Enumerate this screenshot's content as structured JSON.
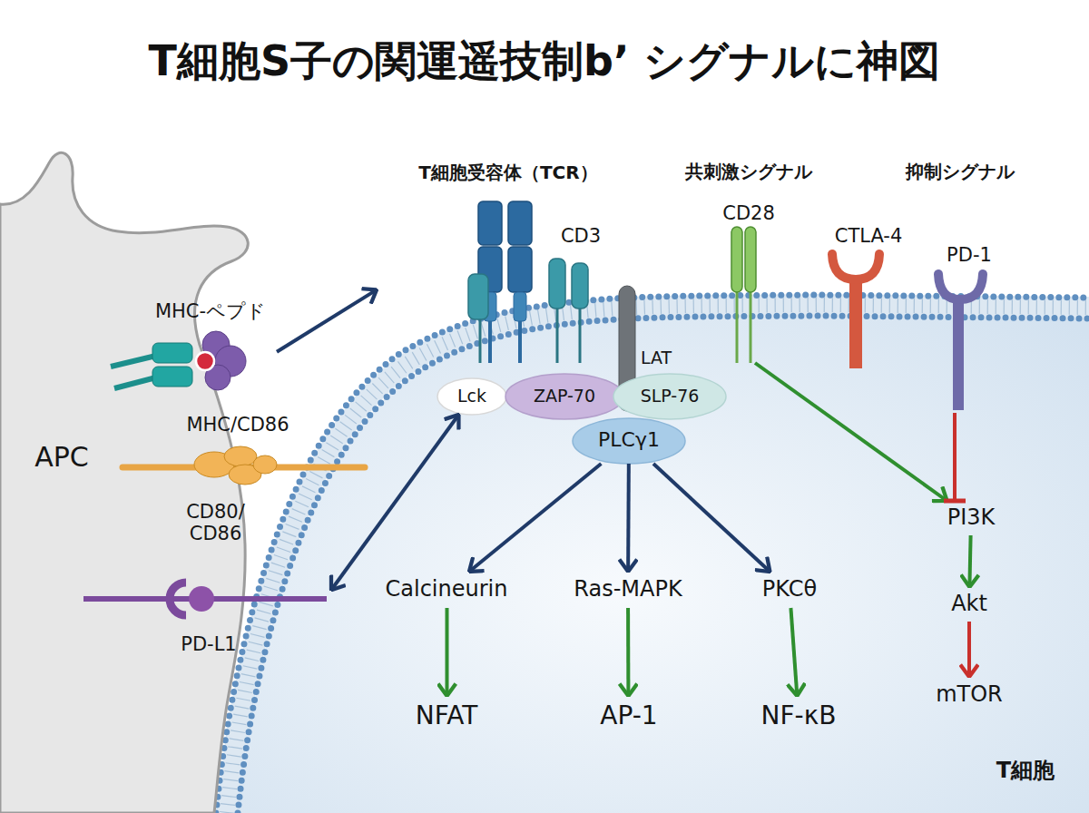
{
  "diagram": {
    "title": "T細胞S子の関運遥技制bʼ シグナルに神図",
    "nodes": [
      {
        "text": [
          "APC"
        ]
      },
      {
        "text": [
          "MHC-ペプド"
        ],
        "in": 0
      },
      {
        "text": [
          "MHC/CD86",
          "CD80/ CD86"
        ],
        "in": 0
      },
      {
        "text": [
          "PD-L1"
        ],
        "in": 0
      },
      {
        "text": [
          "T細胞"
        ]
      },
      {
        "text": [
          "T細胞受容体（TCR）",
          "CD3"
        ],
        "in": 4
      },
      {
        "text": [
          "CD28"
        ],
        "in": 4
      },
      {
        "text": [
          "CTLA-4"
        ],
        "in": 4
      },
      {
        "text": [
          "PD-1"
        ],
        "in": 4
      },
      {
        "text": [
          "Lck"
        ],
        "in": 4
      },
      {
        "text": [
          "ZAP-70"
        ],
        "in": 4
      },
      {
        "text": [
          "LAT"
        ],
        "in": 4
      },
      {
        "text": [
          "SLP-76"
        ],
        "in": 4
      },
      {
        "text": [
          "PLCγ1"
        ],
        "in": 4
      },
      {
        "text": [
          "Calcineurin"
        ],
        "in": 4
      },
      {
        "text": [
          "Ras-MAPK"
        ],
        "in": 4
      },
      {
        "text": [
          "PKCθ"
        ],
        "in": 4
      },
      {
        "text": [
          "NFAT"
        ],
        "in": 4
      },
      {
        "text": [
          "AP-1"
        ],
        "in": 4
      },
      {
        "text": [
          "NF-κB"
        ],
        "in": 4
      },
      {
        "text": [
          "PI3K"
        ],
        "in": 4
      },
      {
        "text": [
          "Akt"
        ],
        "in": 4
      },
      {
        "text": [
          "mTOR"
        ],
        "in": 4
      }
    ],
    "edges": [
      {
        "from": 1,
        "to": 5,
        "arrow": "to"
      },
      {
        "from": 3,
        "to": 9,
        "arrow": "both"
      },
      {
        "from": 13,
        "to": 14,
        "arrow": "to"
      },
      {
        "from": 13,
        "to": 15,
        "arrow": "to"
      },
      {
        "from": 13,
        "to": 16,
        "arrow": "to"
      },
      {
        "from": 14,
        "to": 17,
        "arrow": "to"
      },
      {
        "from": 15,
        "to": 18,
        "arrow": "to"
      },
      {
        "from": 16,
        "to": 19,
        "arrow": "to"
      },
      {
        "from": 6,
        "to": 20,
        "arrow": "to"
      },
      {
        "from": 8,
        "to": 20,
        "arrow": "to"
      },
      {
        "from": 20,
        "to": 21,
        "arrow": "to"
      },
      {
        "from": 21,
        "to": 22,
        "arrow": "to"
      }
    ],
    "labels": [
      "共刺激シグナル",
      "抑制シグナル"
    ]
  }
}
